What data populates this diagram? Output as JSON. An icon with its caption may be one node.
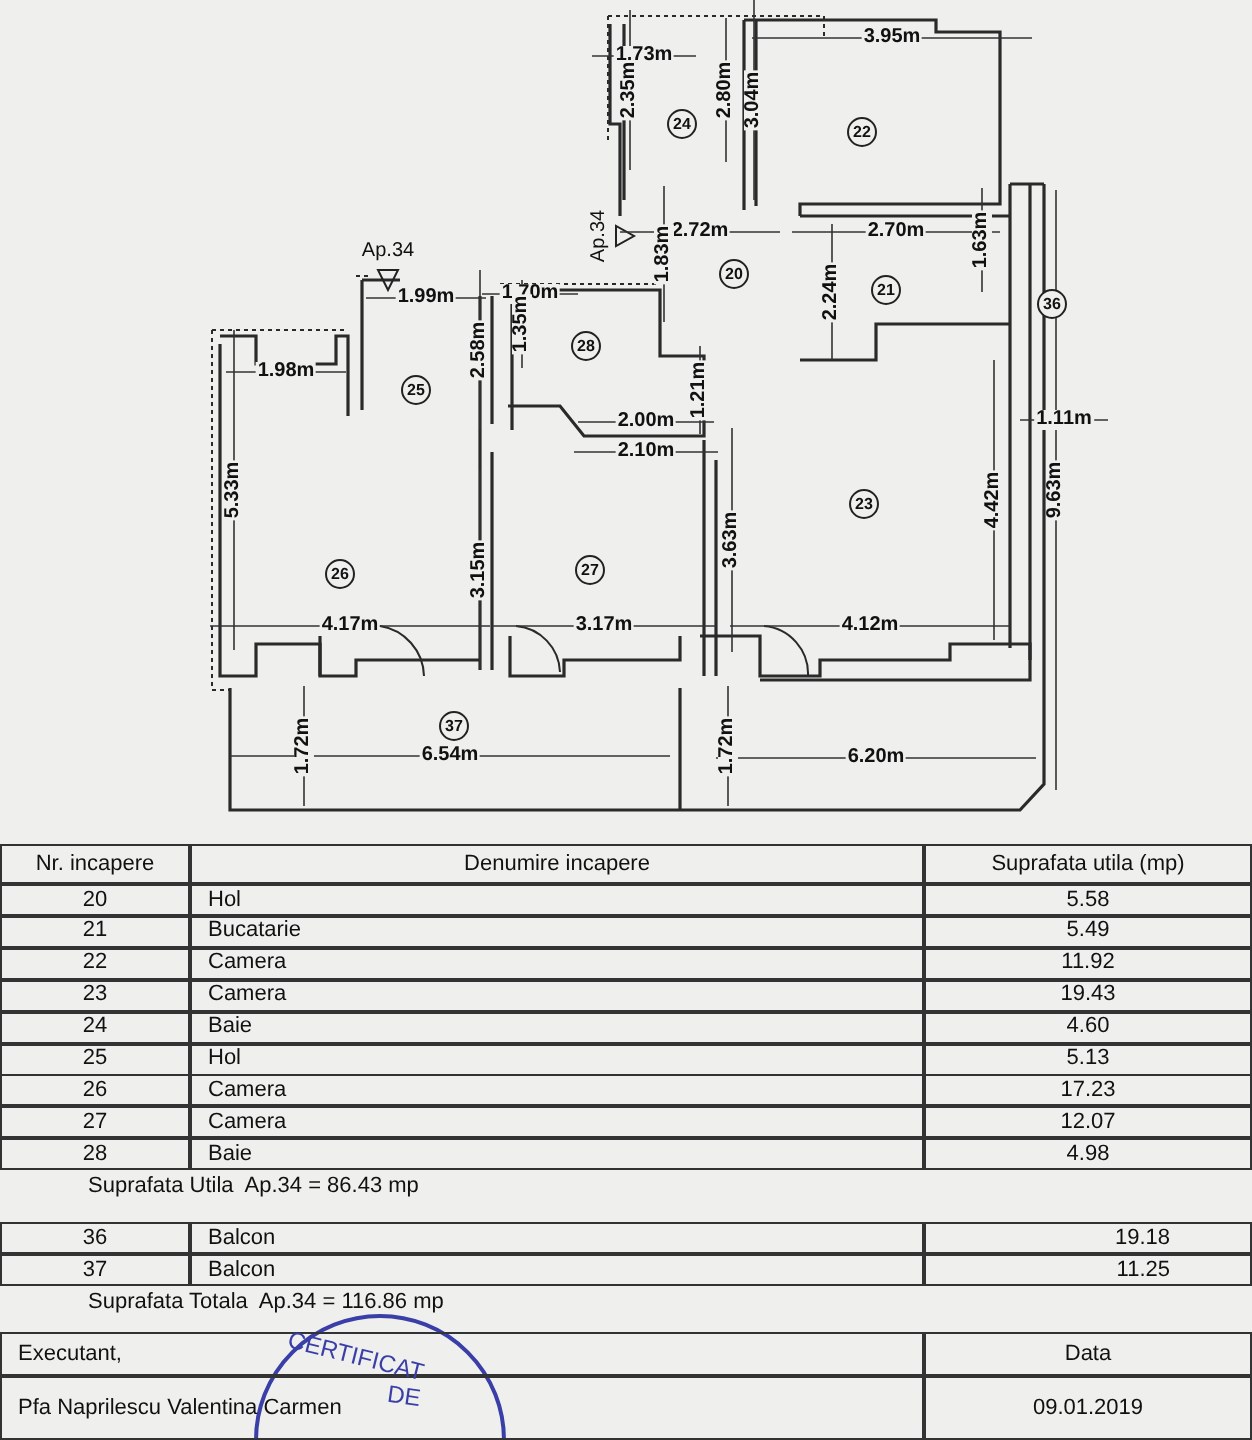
{
  "diagram": {
    "labels": [
      "Ap.34",
      "Ap.34",
      "1.73m",
      "3.95m",
      "2.35m",
      "2.80m",
      "3.04m",
      "24",
      "22",
      "2.72m",
      "2.70m",
      "1.83m",
      "20",
      "2.24m",
      "1.63m",
      "21",
      "36",
      "1.99m",
      "1.70m",
      "1.35m",
      "28",
      "2.58m",
      "1.98m",
      "25",
      "1.21m",
      "2.00m",
      "1.11m",
      "2.10m",
      "5.33m",
      "4.42m",
      "9.63m",
      "23",
      "3.63m",
      "3.15m",
      "26",
      "27",
      "4.17m",
      "3.17m",
      "4.12m",
      "37",
      "1.72m",
      "6.54m",
      "1.72m",
      "6.20m",
      "Nr. incapere",
      "Denumire incapere",
      "Suprafata utila (mp)",
      "20",
      "Hol",
      "5.58",
      "21",
      "Bucatarie",
      "5.49",
      "22",
      "Camera",
      "11.92",
      "23",
      "Camera",
      "19.43",
      "24",
      "Baie",
      "4.60",
      "25",
      "Hol",
      "5.13",
      "26",
      "Camera",
      "17.23",
      "27",
      "Camera",
      "12.07",
      "28",
      "Baie",
      "4.98",
      "Suprafata Utila  Ap.34 = 86.43 mp",
      "36",
      "Balcon",
      "19.18",
      "37",
      "Balcon",
      "11.25",
      "Suprafata Totala  Ap.34 = 116.86 mp",
      "Executant,",
      "Data",
      "Pfa Naprilescu Valentina Carmen",
      "09.01.2019",
      "CERTIFICAT",
      "DE"
    ]
  }
}
